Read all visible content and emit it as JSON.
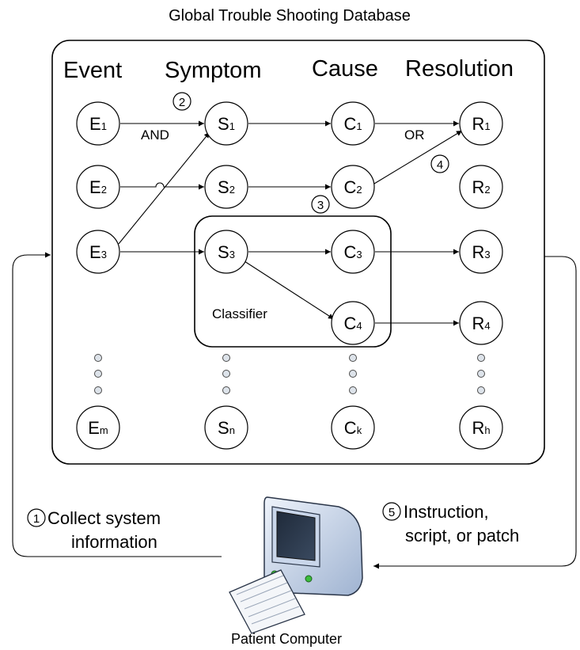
{
  "title": "Global Trouble Shooting Database",
  "columns": {
    "event": "Event",
    "symptom": "Symptom",
    "cause": "Cause",
    "resolution": "Resolution"
  },
  "nodes": {
    "E1": {
      "base": "E",
      "sub": "1"
    },
    "E2": {
      "base": "E",
      "sub": "2"
    },
    "E3": {
      "base": "E",
      "sub": "3"
    },
    "Em": {
      "base": "E",
      "sub": "m"
    },
    "S1": {
      "base": "S",
      "sub": "1"
    },
    "S2": {
      "base": "S",
      "sub": "2"
    },
    "S3": {
      "base": "S",
      "sub": "3"
    },
    "Sn": {
      "base": "S",
      "sub": "n"
    },
    "C1": {
      "base": "C",
      "sub": "1"
    },
    "C2": {
      "base": "C",
      "sub": "2"
    },
    "C3": {
      "base": "C",
      "sub": "3"
    },
    "C4": {
      "base": "C",
      "sub": "4"
    },
    "Ck": {
      "base": "C",
      "sub": "k"
    },
    "R1": {
      "base": "R",
      "sub": "1"
    },
    "R2": {
      "base": "R",
      "sub": "2"
    },
    "R3": {
      "base": "R",
      "sub": "3"
    },
    "R4": {
      "base": "R",
      "sub": "4"
    },
    "Rh": {
      "base": "R",
      "sub": "h"
    }
  },
  "edge_labels": {
    "and": "AND",
    "or": "OR"
  },
  "classifier_label": "Classifier",
  "steps": {
    "s1": "1",
    "s2": "2",
    "s3": "3",
    "s4": "4",
    "s5": "5"
  },
  "collect": {
    "line1": "Collect system",
    "line2": "information"
  },
  "instruction": {
    "line1": "Instruction,",
    "line2": "script, or patch"
  },
  "computer_label": "Patient Computer",
  "icons": [
    "patient-computer-icon"
  ]
}
